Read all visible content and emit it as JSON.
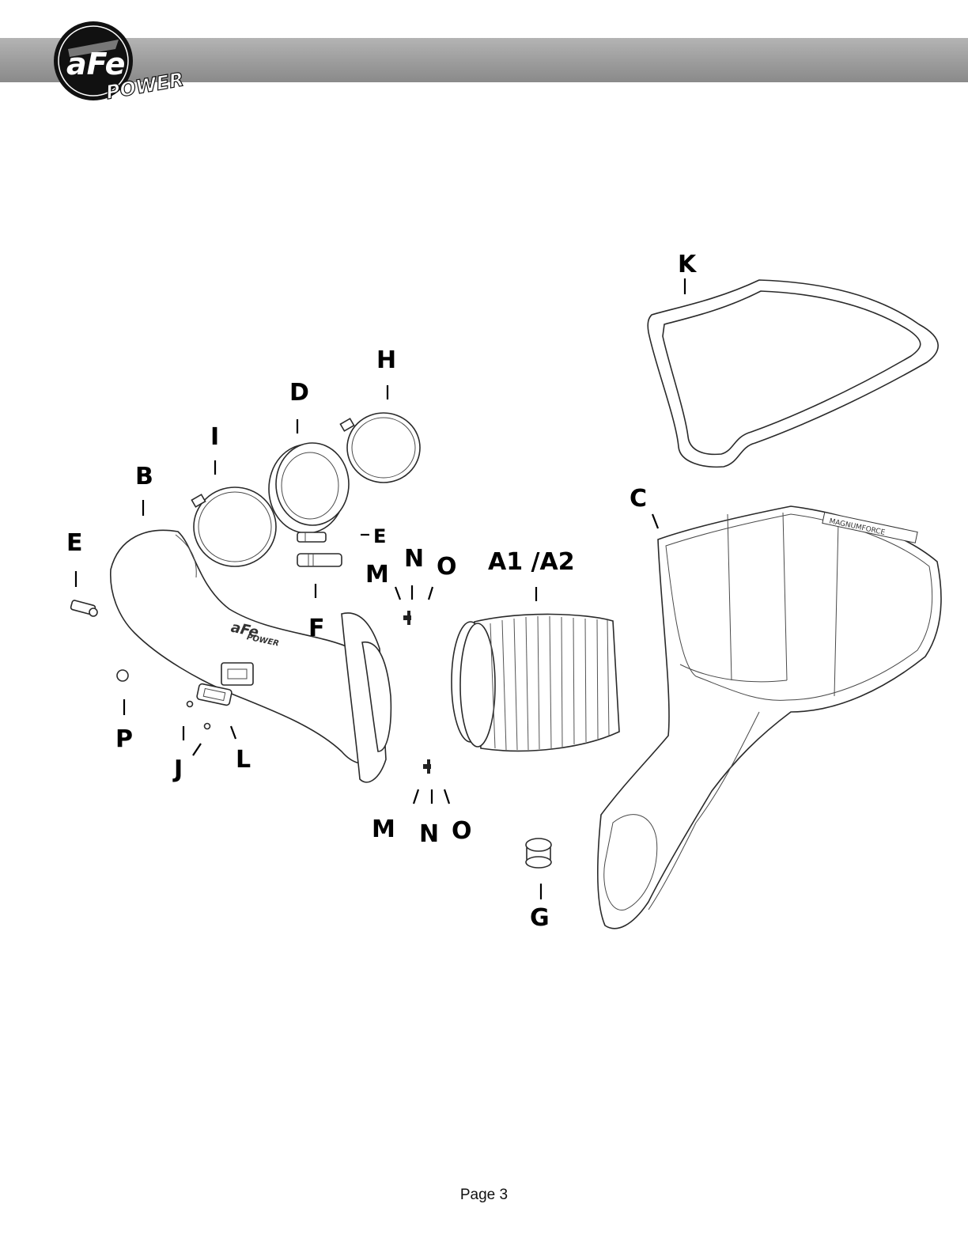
{
  "header": {
    "logo_text": "aFe",
    "logo_subtext": "POWER"
  },
  "diagram": {
    "labels": {
      "A": "A1 /A2",
      "B": "B",
      "C": "C",
      "D": "D",
      "E_left": "E",
      "E_right": "E",
      "F": "F",
      "G": "G",
      "H": "H",
      "I": "I",
      "J": "J",
      "K": "K",
      "L": "L",
      "M_top": "M",
      "N_top": "N",
      "O_top": "O",
      "M_bottom": "M",
      "N_bottom": "N",
      "O_bottom": "O",
      "P": "P"
    },
    "part_marks": {
      "tube_logo": "aFe",
      "tube_logo_sub": "POWER",
      "airbox_mark": "MAGNUMFORCE"
    }
  },
  "footer": {
    "page_label": "Page 3"
  }
}
